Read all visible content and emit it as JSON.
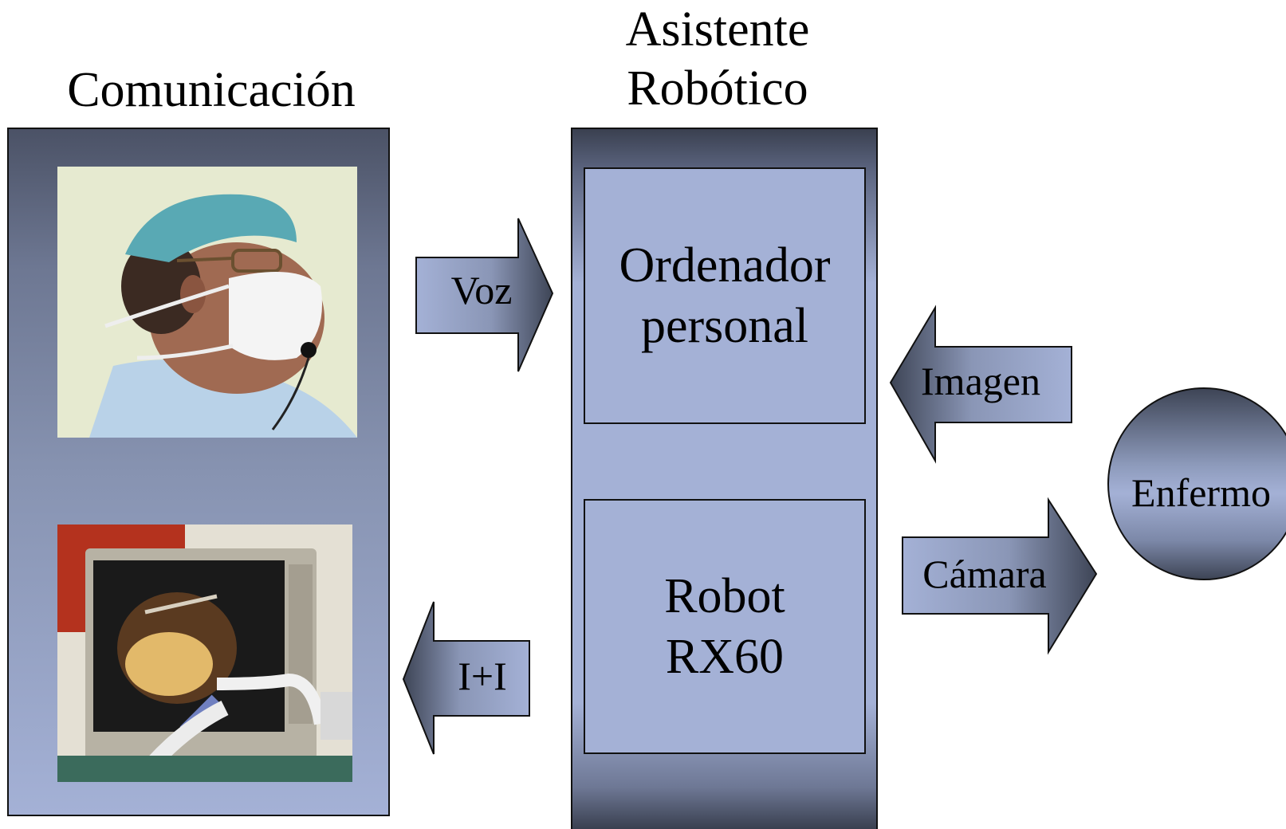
{
  "titles": {
    "comunicacion": "Comunicación",
    "asistente_line1": "Asistente",
    "asistente_line2": "Robótico"
  },
  "boxes": {
    "pc_line1": "Ordenador",
    "pc_line2": "personal",
    "robot_line1": "Robot",
    "robot_line2": "RX60"
  },
  "arrows": {
    "voz": "Voz",
    "ii": "I+I",
    "imagen": "Imagen",
    "camara": "Cámara"
  },
  "patient": "Enfermo",
  "colors": {
    "box_fill": "#a4b1d6",
    "dark_slate": "#3a4050"
  }
}
